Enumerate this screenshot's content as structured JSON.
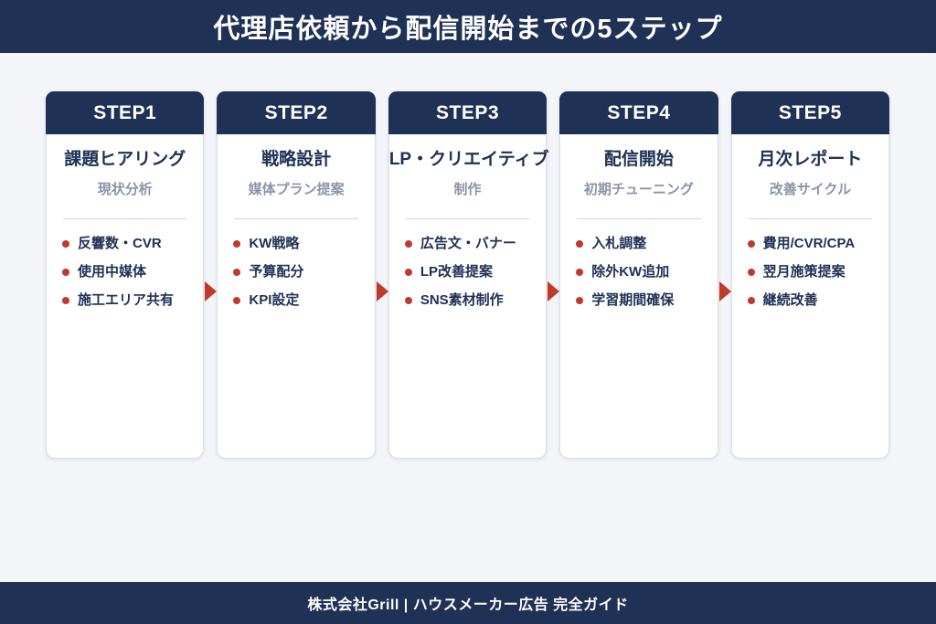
{
  "banner": {
    "title": "代理店依頼から配信開始までの5ステップ"
  },
  "steps": [
    {
      "label": "STEP1",
      "title": "課題ヒアリング",
      "subtitle": "現状分析",
      "items": [
        "反響数・CVR",
        "使用中媒体",
        "施工エリア共有"
      ]
    },
    {
      "label": "STEP2",
      "title": "戦略設計",
      "subtitle": "媒体プラン提案",
      "items": [
        "KW戦略",
        "予算配分",
        "KPI設定"
      ]
    },
    {
      "label": "STEP3",
      "title": "LP・クリエイティブ",
      "subtitle": "制作",
      "items": [
        "広告文・バナー",
        "LP改善提案",
        "SNS素材制作"
      ]
    },
    {
      "label": "STEP4",
      "title": "配信開始",
      "subtitle": "初期チューニング",
      "items": [
        "入札調整",
        "除外KW追加",
        "学習期間確保"
      ]
    },
    {
      "label": "STEP5",
      "title": "月次レポート",
      "subtitle": "改善サイクル",
      "items": [
        "費用/CVR/CPA",
        "翌月施策提案",
        "継続改善"
      ]
    }
  ],
  "footer": {
    "text": "株式会社Grill | ハウスメーカー広告 完全ガイド"
  },
  "colors": {
    "navy": "#203156",
    "background": "#f3f5f9",
    "card_border": "#d9dde5",
    "accent_red": "#c0392b",
    "subtitle_gray": "#8b94a7",
    "divider": "#cfd5de"
  }
}
